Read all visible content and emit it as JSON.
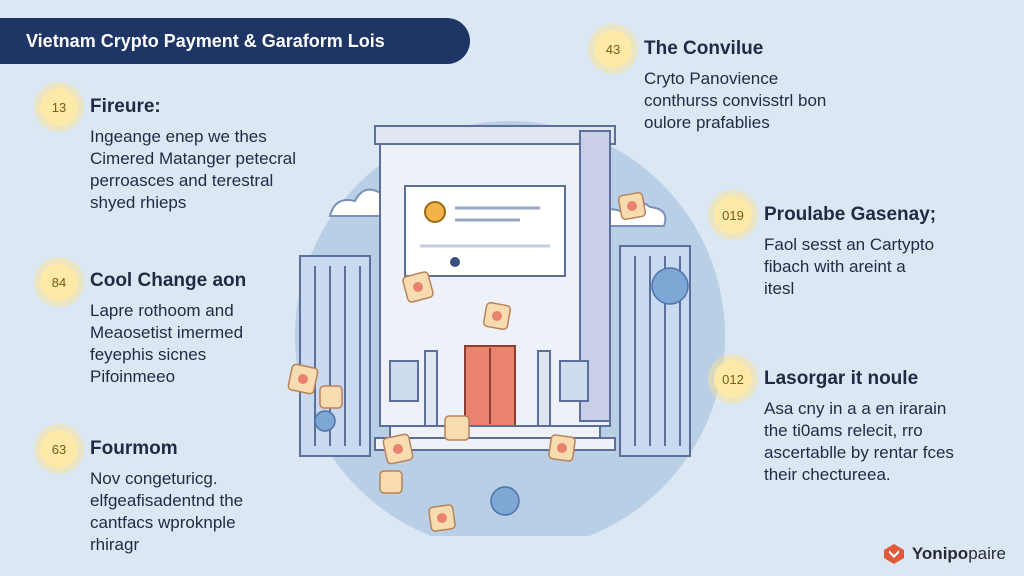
{
  "header": {
    "title": "Vietnam Crypto Payment & Garaform Lois"
  },
  "left_items": [
    {
      "badge": "13",
      "title": "Fireure:",
      "lines": [
        "Ingeange enep we thes",
        "Cimered Matanger petecral",
        "perroasces and terestral",
        "shyed rhieps"
      ]
    },
    {
      "badge": "84",
      "title": "Cool Change aon",
      "lines": [
        "Lapre rothoom and",
        "Meaosetist imermed",
        "feyephis sicnes",
        "Pifoinmeeo"
      ]
    },
    {
      "badge": "63",
      "title": "Fourmom",
      "lines": [
        "Nov congeturicg.",
        "elfgeafisadentnd the",
        "cantfacs wproknple",
        "rhiragr"
      ]
    }
  ],
  "right_items": [
    {
      "badge": "43",
      "title": "The Convilue",
      "lines": [
        "Cryto Panovience",
        "conthurss convisstrl bon",
        "oulore prafablies"
      ]
    },
    {
      "badge": "019",
      "title": "Proulabe Gasenay;",
      "lines": [
        "Faol sesst an Cartypto",
        "fibach with areint a",
        "itesl"
      ]
    },
    {
      "badge": "012",
      "title": "Lasorgar it noule",
      "lines": [
        "Asa cny in a a en irarain",
        "the ti0ams relecit, rro",
        "ascertablle by rentar fces",
        "their chectureea."
      ]
    }
  ],
  "brand": {
    "name_bold": "Yonipo",
    "name_rest": "paire"
  },
  "colors": {
    "banner": "#1e3566",
    "background": "#dbe8f4",
    "badge": "#fde9a8",
    "door": "#e9826e",
    "coin": "#f2b34a"
  },
  "icons": [
    "building-icon",
    "cloud-icon",
    "coin-icon",
    "virus-icon",
    "brand-logo-icon"
  ]
}
